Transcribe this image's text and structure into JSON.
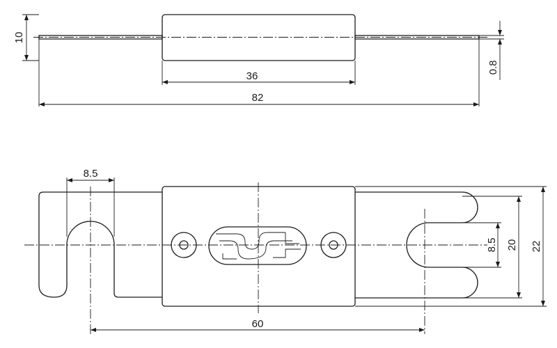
{
  "top_view": {
    "dim_total_length": "82",
    "dim_body_length": "36",
    "dim_height": "10",
    "dim_terminal_thickness": "0.8"
  },
  "front_view": {
    "dim_hole_spacing": "60",
    "dim_slot_width_left": "8.5",
    "dim_slot_width_right": "8.5",
    "dim_inner_height": "20",
    "dim_overall_height": "22"
  }
}
